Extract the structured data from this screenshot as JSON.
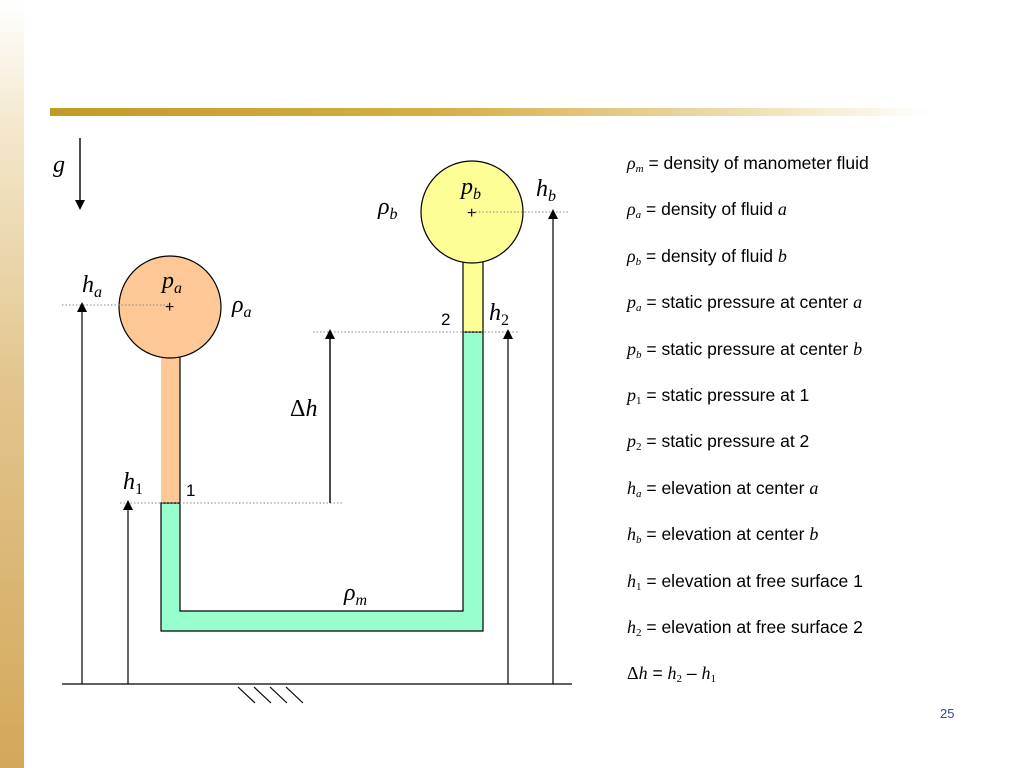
{
  "diagram": {
    "gravity_symbol": "g",
    "bulb_a": {
      "pressure_symbol": "p",
      "pressure_sub": "a",
      "density_symbol": "ρ",
      "density_sub": "a",
      "marker": "+",
      "fill": "#fdc896"
    },
    "bulb_b": {
      "pressure_symbol": "p",
      "pressure_sub": "b",
      "density_symbol": "ρ",
      "density_sub": "b",
      "marker": "+",
      "fill": "#fefe96"
    },
    "manometer_fluid": {
      "density_symbol": "ρ",
      "density_sub": "m",
      "fill": "#98fece"
    },
    "point_1": "1",
    "point_2": "2",
    "h_a": {
      "symbol": "h",
      "sub": "a"
    },
    "h_b": {
      "symbol": "h",
      "sub": "b"
    },
    "h_1": {
      "symbol": "h",
      "sub": "1"
    },
    "h_2": {
      "symbol": "h",
      "sub": "2"
    },
    "delta_h": {
      "delta": "Δ",
      "symbol": "h"
    }
  },
  "legend": [
    {
      "sym": "ρ",
      "sub": "m",
      "sub_upright": false,
      "text": " = density of manometer fluid",
      "emph": ""
    },
    {
      "sym": "ρ",
      "sub": "a",
      "sub_upright": false,
      "text": " = density of fluid ",
      "emph": "a"
    },
    {
      "sym": "ρ",
      "sub": "b",
      "sub_upright": false,
      "text": " = density of fluid ",
      "emph": "b"
    },
    {
      "sym": "p",
      "sub": "a",
      "sub_upright": false,
      "text": " = static pressure at center ",
      "emph": "a"
    },
    {
      "sym": "p",
      "sub": "b",
      "sub_upright": false,
      "text": " = static pressure at center ",
      "emph": "b"
    },
    {
      "sym": "p",
      "sub": "1",
      "sub_upright": true,
      "text": " = static pressure at 1",
      "emph": ""
    },
    {
      "sym": "p",
      "sub": "2",
      "sub_upright": true,
      "text": " = static pressure at 2",
      "emph": ""
    },
    {
      "sym": "h",
      "sub": "a",
      "sub_upright": false,
      "text": " = elevation at center ",
      "emph": "a"
    },
    {
      "sym": "h",
      "sub": "b",
      "sub_upright": false,
      "text": " = elevation at center ",
      "emph": "b"
    },
    {
      "sym": "h",
      "sub": "1",
      "sub_upright": true,
      "text": " = elevation at free surface 1",
      "emph": ""
    },
    {
      "sym": "h",
      "sub": "2",
      "sub_upright": true,
      "text": " = elevation at free surface 2",
      "emph": ""
    }
  ],
  "delta_equation": {
    "delta": "Δ",
    "lhs": "h",
    "equals": " = ",
    "a_sym": "h",
    "a_sub": "2",
    "minus": " – ",
    "b_sym": "h",
    "b_sub": "1"
  },
  "page_number": "25",
  "colors": {
    "accent_rule": "#c29a28",
    "page_number": "#3a4b8c"
  }
}
